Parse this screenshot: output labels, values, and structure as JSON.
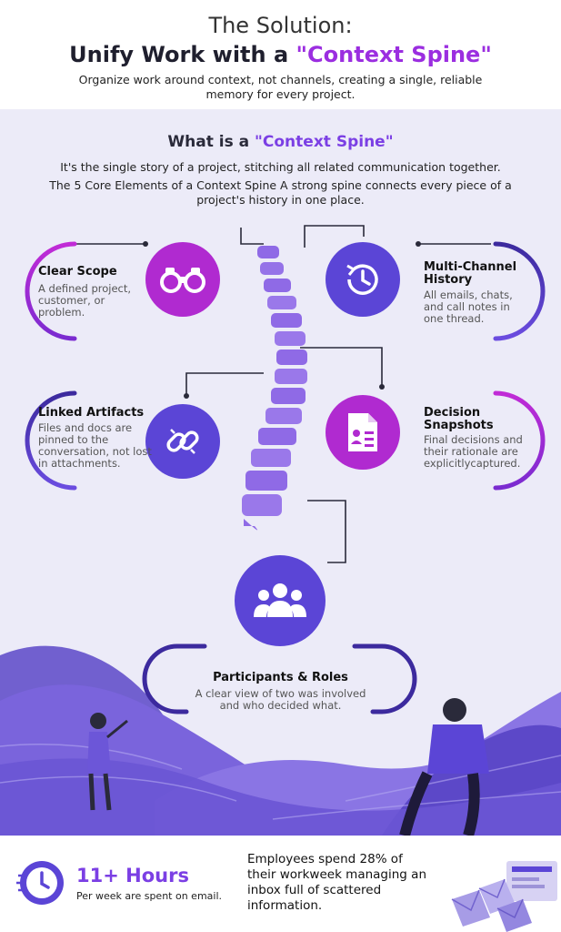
{
  "header": {
    "kicker": "The Solution:",
    "title_prefix": "Unify Work with a ",
    "title_accent": "\"Context Spine\"",
    "subtitle": "Organize work around context, not channels, creating a single, reliable memory for every project."
  },
  "section": {
    "title_prefix": "What is a ",
    "title_accent": "\"Context Spine\"",
    "desc1": "It's the single story of a project, stitching all related communication together.",
    "desc2": "The 5 Core Elements of a Context Spine A strong spine connects every piece of a project's history in one place."
  },
  "elements": [
    {
      "title": "Clear Scope",
      "text": "A defined project, customer, or problem.",
      "icon": "binoculars-icon"
    },
    {
      "title": "Multi-Channel History",
      "text": "All emails, chats, and call notes in one thread.",
      "icon": "history-clock-icon"
    },
    {
      "title": "Linked Artifacts",
      "text": "Files and docs are pinned to the conversation, not lost in attachments.",
      "icon": "link-icon"
    },
    {
      "title": "Decision Snapshots",
      "text": "Final decisions and their rationale are explicitlycaptured.",
      "icon": "document-icon"
    },
    {
      "title": "Participants & Roles",
      "text": "A clear view of two was involved and who decided what.",
      "icon": "group-icon"
    }
  ],
  "footer": {
    "hours": "11+ Hours",
    "hours_sub": "Per week are spent on email.",
    "stat": "Employees spend 28% of their workweek managing an inbox full of scattered information."
  },
  "colors": {
    "purple": "#7b3fe4",
    "magenta": "#b02ad0",
    "indigo": "#5b45d6",
    "background": "#ecebf8"
  }
}
